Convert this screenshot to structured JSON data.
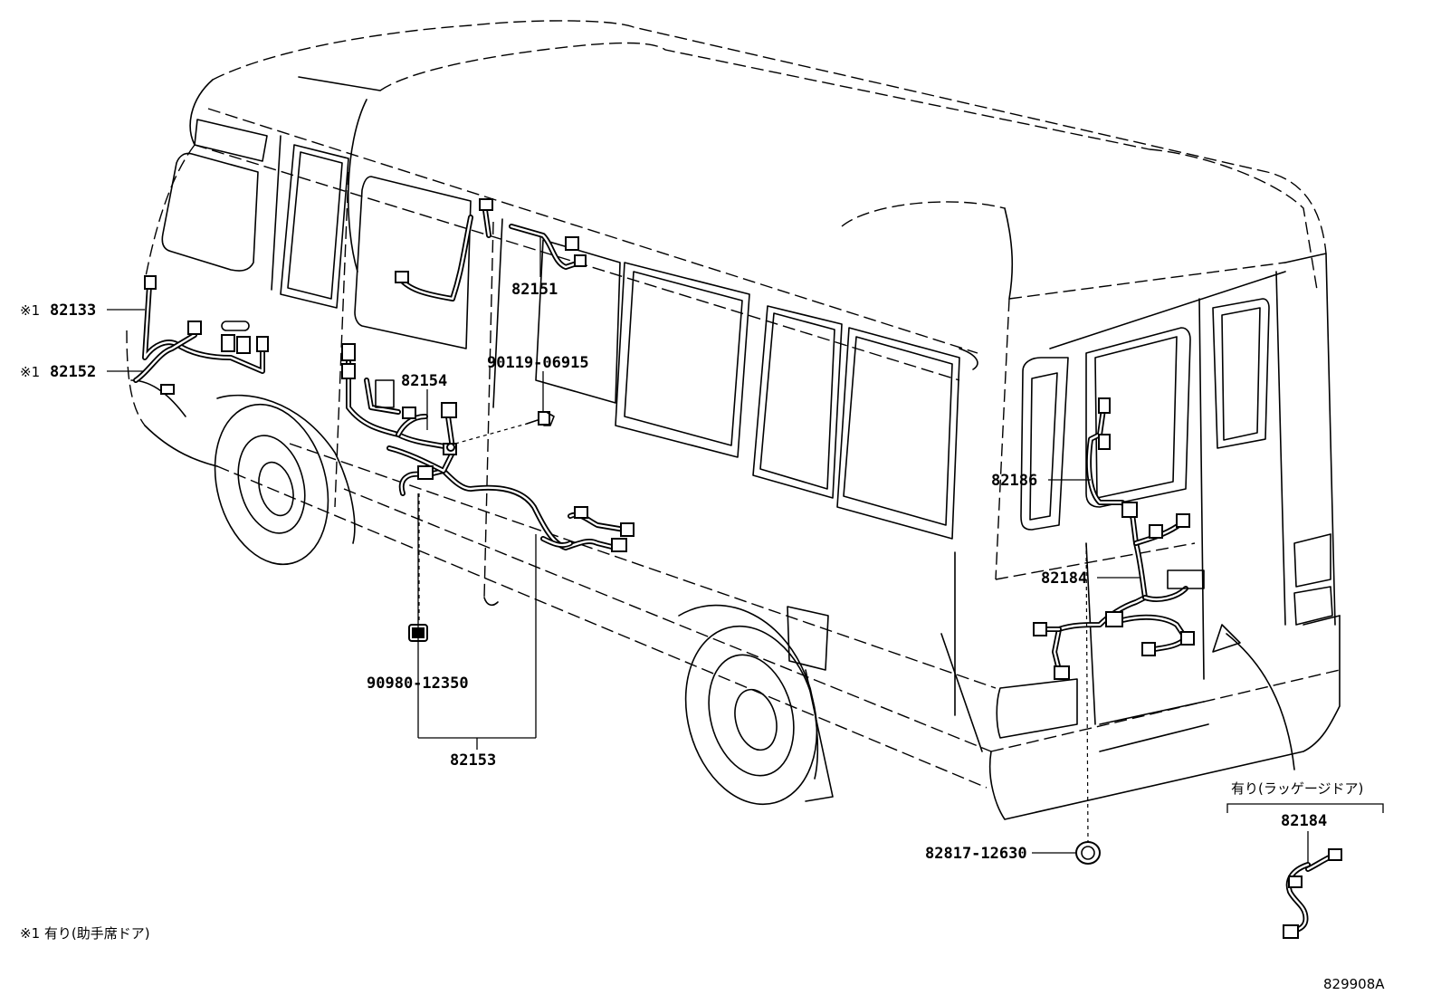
{
  "diagram": {
    "figure_id": "829908A",
    "footnote": "※1 有り(助手席ドア)",
    "parts": {
      "p82133": {
        "mark": "※1",
        "number": "82133"
      },
      "p82152": {
        "mark": "※1",
        "number": "82152"
      },
      "p82151": {
        "number": "82151"
      },
      "p82154": {
        "number": "82154"
      },
      "p90119": {
        "number": "90119-06915"
      },
      "p82186": {
        "number": "82186"
      },
      "p82184": {
        "number": "82184"
      },
      "p90980": {
        "number": "90980-12350"
      },
      "p82153": {
        "number": "82153"
      },
      "p82817": {
        "number": "82817-12630"
      }
    },
    "inset": {
      "title": "有り(ラッゲージドア)",
      "part_number": "82184"
    }
  }
}
